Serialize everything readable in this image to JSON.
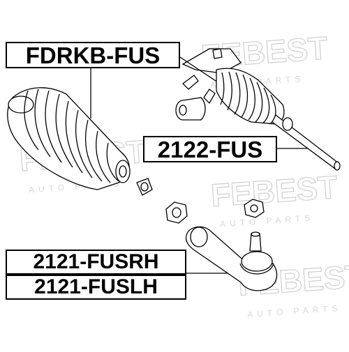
{
  "labels": {
    "boot": "FDRKB-FUS",
    "rack": "2122-FUS",
    "tie_rod_rh": "2121-FUSRH",
    "tie_rod_lh": "2121-FUSLH"
  },
  "watermark": {
    "brand": "FEBEST",
    "sub": "AUTO PARTS"
  }
}
